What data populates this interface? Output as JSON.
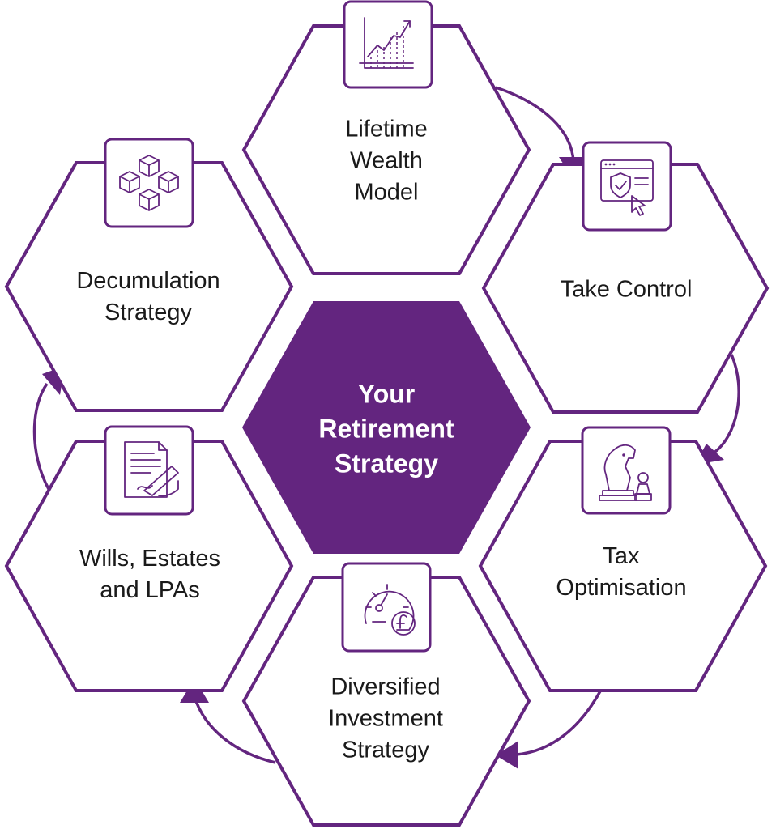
{
  "center": {
    "label": "Your\nRetirement\nStrategy"
  },
  "steps": [
    {
      "label": "Lifetime\nWealth\nModel",
      "icon": "growth-chart-icon"
    },
    {
      "label": "Take Control",
      "icon": "shield-browser-icon"
    },
    {
      "label": "Tax\nOptimisation",
      "icon": "chess-pieces-icon"
    },
    {
      "label": "Diversified\nInvestment\nStrategy",
      "icon": "pound-gauge-icon"
    },
    {
      "label": "Wills, Estates\nand LPAs",
      "icon": "document-sign-icon"
    },
    {
      "label": "Decumulation\nStrategy",
      "icon": "cubes-network-icon"
    }
  ],
  "colors": {
    "accent": "#63257f",
    "text": "#1a1a1a",
    "background": "#ffffff"
  }
}
